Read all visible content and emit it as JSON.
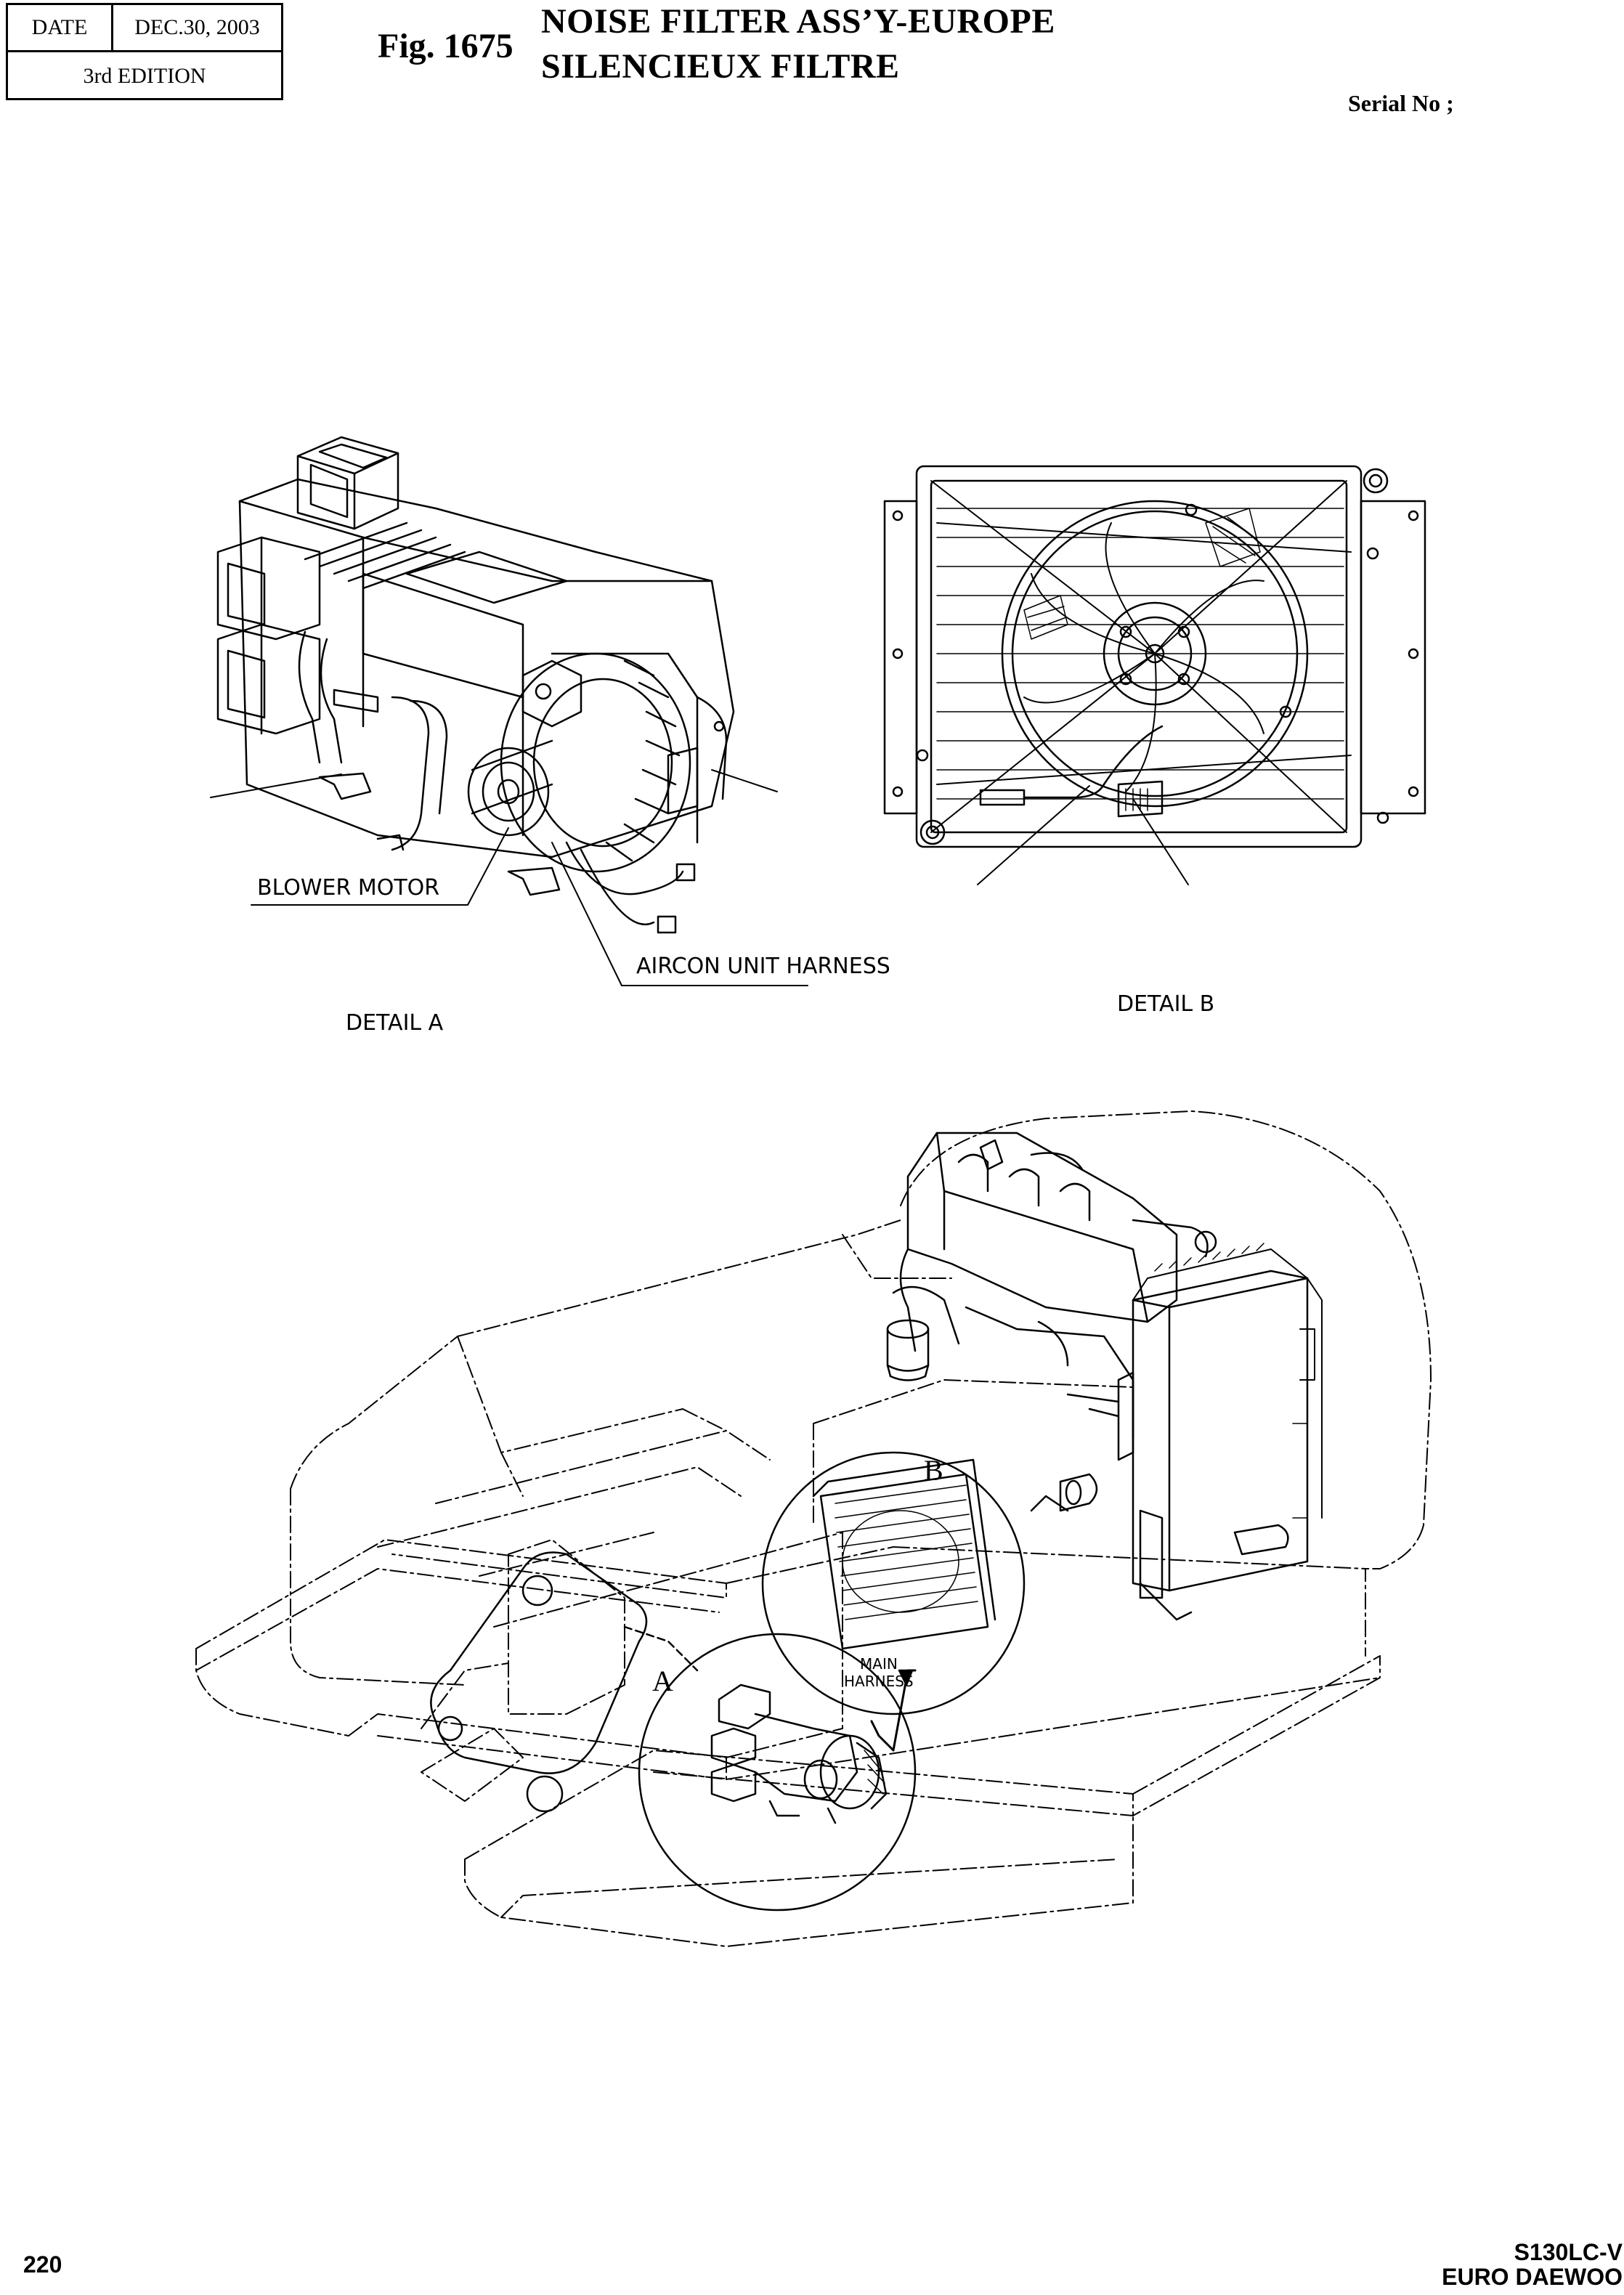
{
  "header": {
    "date_label": "DATE",
    "date_value": "DEC.30, 2003",
    "edition": "3rd  EDITION",
    "fig_number": "Fig. 1675",
    "title_line1": "NOISE FILTER ASS’Y-EUROPE",
    "title_line2": "SILENCIEUX FILTRE",
    "serial_label": "Serial No ;"
  },
  "detail_a": {
    "caption": "DETAIL  A",
    "callouts": [
      "BLOWER MOTOR",
      "AIRCON UNIT HARNESS"
    ]
  },
  "detail_b": {
    "caption": "DETAIL  B"
  },
  "overview": {
    "marker_a": "A",
    "marker_b": "B",
    "main_harness_line1": "MAIN",
    "main_harness_line2": "HARNESS"
  },
  "footer": {
    "page_number": "220",
    "model": "S130LC-V",
    "maker": "EURO DAEWOO"
  }
}
